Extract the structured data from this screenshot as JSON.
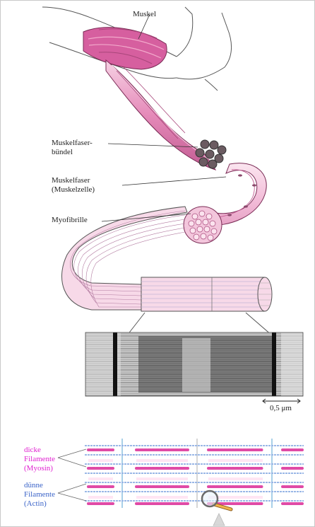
{
  "labels": {
    "muscle": "Muskel",
    "fascicle_line1": "Muskelfaser-",
    "fascicle_line2": "bündel",
    "fiber_line1": "Muskelfaser",
    "fiber_line2": "(Muskelzelle)",
    "myofibril": "Myofibrille",
    "scale": "0,5 μm",
    "thick_line1": "dicke",
    "thick_line2": "Filamente",
    "thick_line3": "(Myosin)",
    "thin_line1": "dünne",
    "thin_line2": "Filamente",
    "thin_line3": "(Actin)"
  },
  "colors": {
    "muscle_pink": "#d86aa6",
    "muscle_light": "#f2bcd8",
    "thick_filament": "#e020d0",
    "thin_filament": "#3a63c8",
    "z_line": "#a8d0e8"
  },
  "icons": {
    "magnifier": "magnifier-icon",
    "cursor": "mouse-cursor-icon"
  }
}
